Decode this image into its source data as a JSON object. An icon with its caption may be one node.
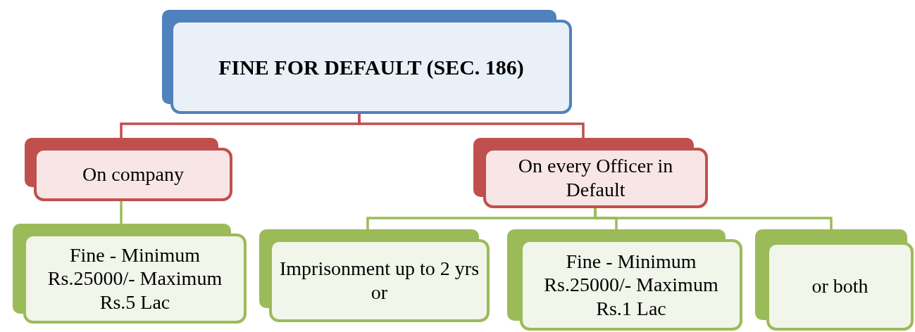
{
  "diagram": {
    "nodes": [
      {
        "text": [
          "FINE FOR DEFAULT (SEC. 186)"
        ]
      },
      {
        "text": [
          "On company"
        ]
      },
      {
        "text": [
          "On every Officer in Default"
        ]
      },
      {
        "text": [
          "Fine - Minimum Rs.25000/- Maximum Rs.5 Lac"
        ]
      },
      {
        "text": [
          "Imprisonment up to 2 yrs or"
        ]
      },
      {
        "text": [
          "Fine - Minimum Rs.25000/- Maximum Rs.1 Lac"
        ]
      },
      {
        "text": [
          "or both"
        ]
      }
    ],
    "edges": [
      {
        "from": 0,
        "to": 1,
        "arrow": "none",
        "color": "#c0504d"
      },
      {
        "from": 0,
        "to": 2,
        "arrow": "none",
        "color": "#c0504d"
      },
      {
        "from": 1,
        "to": 3,
        "arrow": "none"
      },
      {
        "from": 2,
        "to": 4,
        "arrow": "none"
      },
      {
        "from": 2,
        "to": 5,
        "arrow": "none"
      },
      {
        "from": 2,
        "to": 6,
        "arrow": "none"
      }
    ]
  }
}
